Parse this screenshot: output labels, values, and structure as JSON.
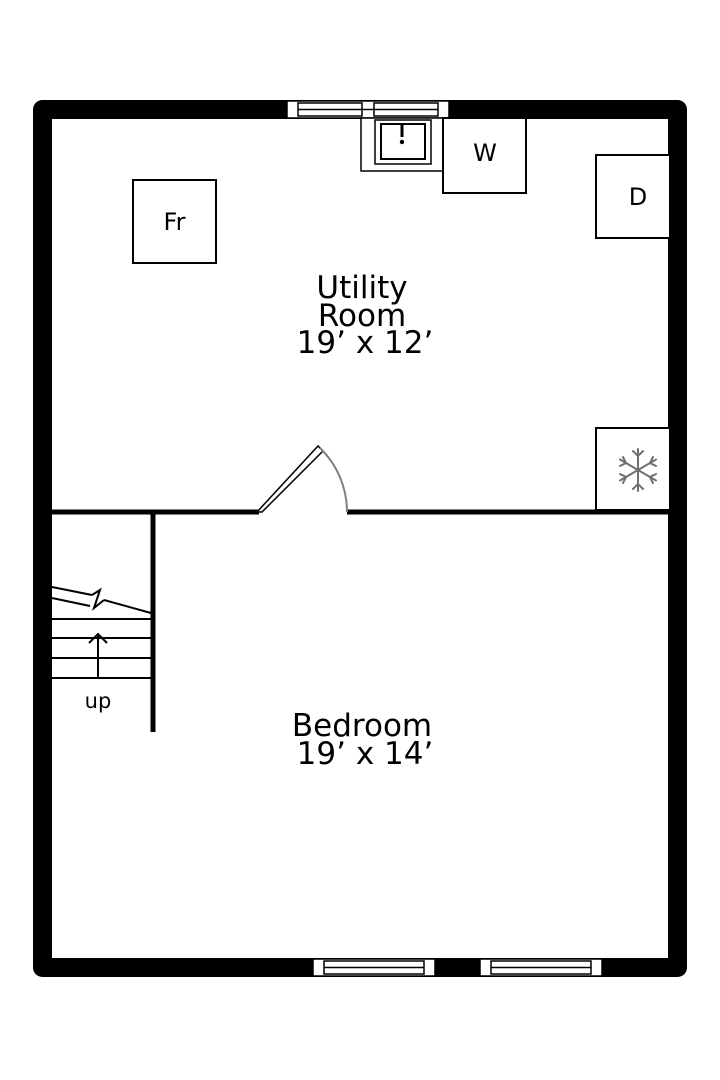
{
  "rooms": {
    "utility": {
      "name_line1": "Utility",
      "name_line2": "Room",
      "dimensions": "19’ x 12’"
    },
    "bedroom": {
      "name": "Bedroom",
      "dimensions": "19’ x 14’"
    }
  },
  "fixtures": {
    "fridge_label": "Fr",
    "washer_label": "W",
    "dryer_label": "D"
  },
  "stairs": {
    "direction_label": "up"
  }
}
